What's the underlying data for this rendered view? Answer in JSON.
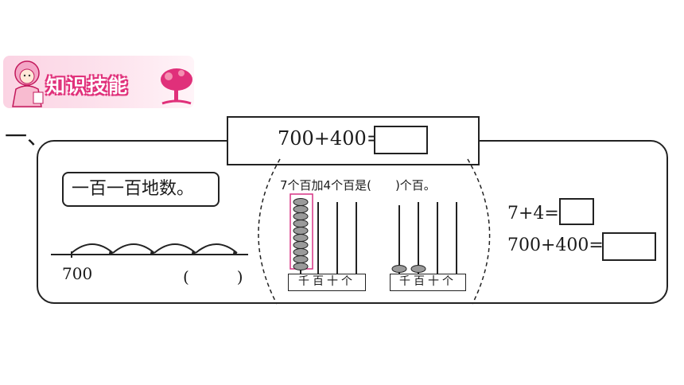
{
  "section_title": "知识技能",
  "question_number": "一、",
  "top_equation": "700+400=",
  "left_panel": {
    "label": "一百一百地数。",
    "number_line_start": "700",
    "blank_paren": "(　　　)"
  },
  "middle_panel": {
    "prompt": "7个百加4个百是(　　)个百。",
    "abacus_left_label": "千百十个",
    "abacus_right_label": "千百十个",
    "abacus_left_beads": 10,
    "abacus_right_beads": 2,
    "bead_color": "#9a9a9a",
    "highlight_color": "#d63384"
  },
  "right_panel": {
    "eq1": "7+4=",
    "eq2": "700+400="
  },
  "colors": {
    "banner": "#e0307a"
  }
}
